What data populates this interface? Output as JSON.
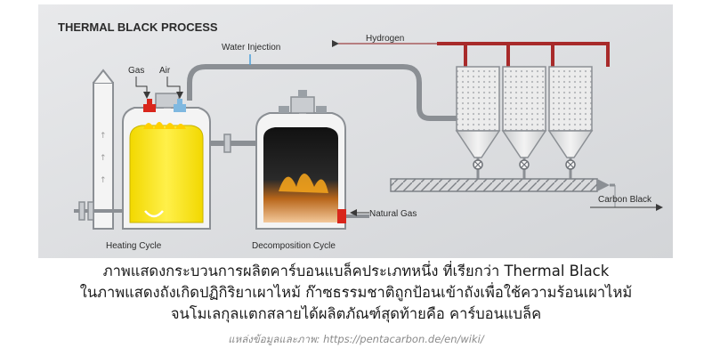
{
  "diagram": {
    "title": "THERMAL BLACK PROCESS",
    "labels": {
      "gas": "Gas",
      "air": "Air",
      "water_injection": "Water Injection",
      "hydrogen": "Hydrogen",
      "natural_gas": "Natural Gas",
      "carbon_black": "Carbon Black",
      "heating_cycle": "Heating Cycle",
      "decomposition_cycle": "Decomposition Cycle"
    },
    "colors": {
      "background": "#dedfe1",
      "pipe": "#8b8f94",
      "flame_yellow": "#ffe600",
      "valve_red": "#d9261c",
      "valve_blue": "#7fb8e0",
      "arrow_blue": "#4a9fd8"
    }
  },
  "caption": {
    "line1": "ภาพแสดงกระบวนการผลิตคาร์บอนแบล็คประเภทหนึ่ง ที่เรียกว่า Thermal Black",
    "line2": "ในภาพแสดงถังเกิดปฏิกิริยาเผาไหม้ ก๊าซธรรมชาติถูกป้อนเข้าถังเพื่อใช้ความร้อนเผาไหม้",
    "line3": "จนโมเลกุลแตกสลายได้ผลิตภัณฑ์สุดท้ายคือ คาร์บอนแบล็ค"
  },
  "source": "แหล่งข้อมูลและภาพ: https://pentacarbon.de/en/wiki/"
}
